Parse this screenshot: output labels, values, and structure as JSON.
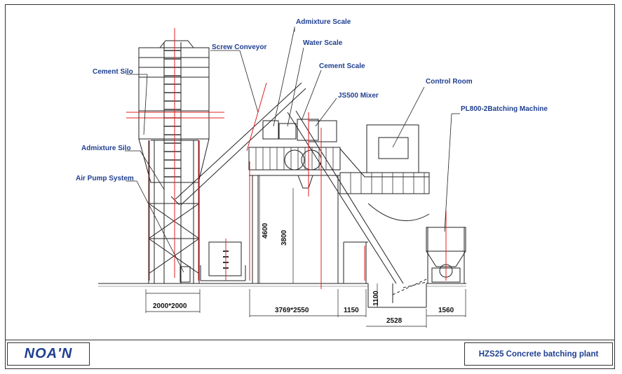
{
  "labels": {
    "cement_silo": "Cement Silo",
    "admixture_silo": "Admixture Silo",
    "air_pump_system": "Air Pump System",
    "screw_conveyor": "Screw Conveyor",
    "admixture_scale": "Admixture Scale",
    "water_scale": "Water Scale",
    "cement_scale": "Cement Scale",
    "js500_mixer": "JS500 Mixer",
    "control_room": "Control Room",
    "batching_machine": "PL800-2Batching Machine"
  },
  "dimensions": {
    "height_4600": "4600",
    "height_3800": "3800",
    "depth_1100": "1100",
    "silo_base": "2000*2000",
    "platform": "3769*2550",
    "gap_1150": "1150",
    "pit_2528": "2528",
    "batcher_1560": "1560"
  },
  "footer": {
    "logo": "NOA'N",
    "title": "HZS25 Concrete batching plant"
  },
  "colors": {
    "label": "#1f3f8f",
    "line": "#222222",
    "centerline": "#e02020"
  }
}
